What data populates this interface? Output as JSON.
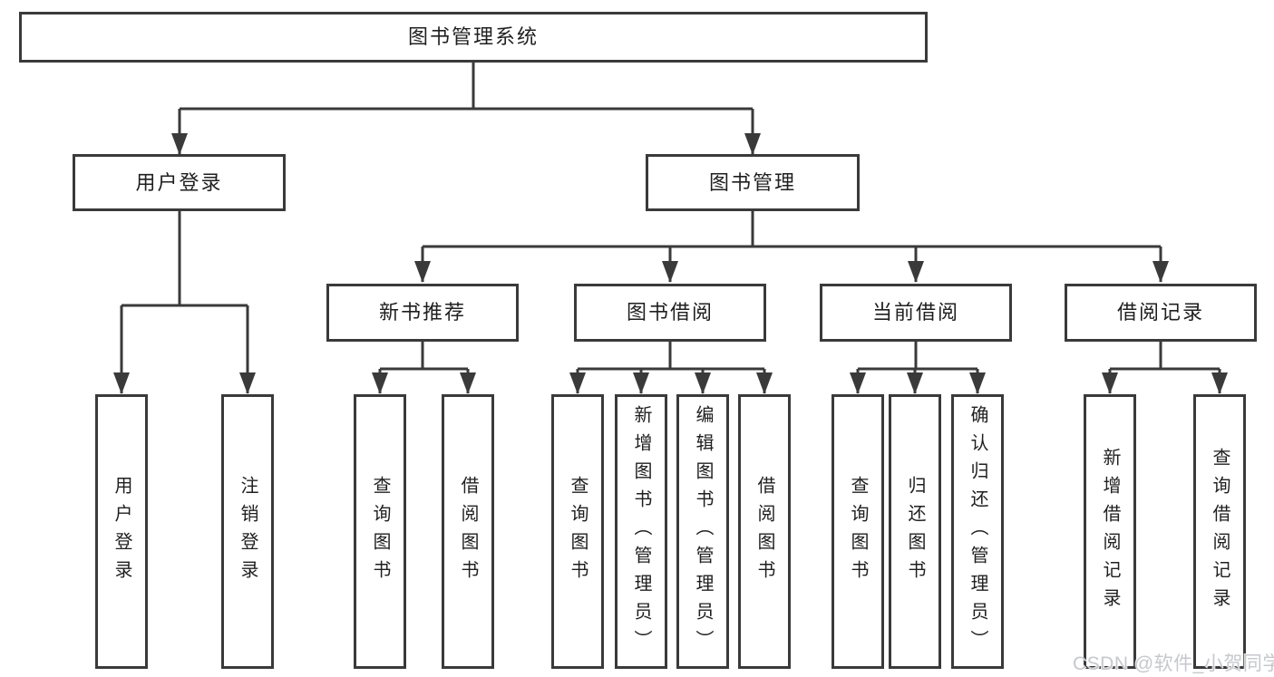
{
  "diagram_title": "图书管理系统",
  "nodes": {
    "root": {
      "label": "图书管理系统"
    },
    "user_login": {
      "label": "用户登录"
    },
    "book_mgmt": {
      "label": "图书管理"
    },
    "new_book_rec": {
      "label": "新书推荐"
    },
    "book_borrow": {
      "label": "图书借阅"
    },
    "current_borrow": {
      "label": "当前借阅"
    },
    "borrow_records": {
      "label": "借阅记录"
    },
    "leaf_user_login": {
      "label": "用户登录"
    },
    "leaf_logout": {
      "label": "注销登录"
    },
    "leaf_query_book_1": {
      "label": "查询图书"
    },
    "leaf_borrow_book_1": {
      "label": "借阅图书"
    },
    "leaf_query_book_2": {
      "label": "查询图书"
    },
    "leaf_add_book": {
      "label": "新增图书（管理员）"
    },
    "leaf_edit_book": {
      "label": "编辑图书（管理员）"
    },
    "leaf_borrow_book_2": {
      "label": "借阅图书"
    },
    "leaf_query_book_3": {
      "label": "查询图书"
    },
    "leaf_return_book": {
      "label": "归还图书"
    },
    "leaf_confirm_return": {
      "label": "确认归还（管理员）"
    },
    "leaf_add_record": {
      "label": "新增借阅记录"
    },
    "leaf_query_record": {
      "label": "查询借阅记录"
    }
  },
  "hierarchy": {
    "图书管理系统": [
      "用户登录",
      "图书管理"
    ],
    "用户登录": [
      "用户登录",
      "注销登录"
    ],
    "图书管理": [
      "新书推荐",
      "图书借阅",
      "当前借阅",
      "借阅记录"
    ],
    "新书推荐": [
      "查询图书",
      "借阅图书"
    ],
    "图书借阅": [
      "查询图书",
      "新增图书（管理员）",
      "编辑图书（管理员）",
      "借阅图书"
    ],
    "当前借阅": [
      "查询图书",
      "归还图书",
      "确认归还（管理员）"
    ],
    "借阅记录": [
      "新增借阅记录",
      "查询借阅记录"
    ]
  },
  "watermark": "CSDN @软件_小贺同学",
  "colors": {
    "line": "#3a3a3a",
    "box_border": "#3a3a3a",
    "box_fill": "#ffffff",
    "text": "#1f1f1f",
    "watermark": "#c6c8cc",
    "background": "#ffffff"
  }
}
